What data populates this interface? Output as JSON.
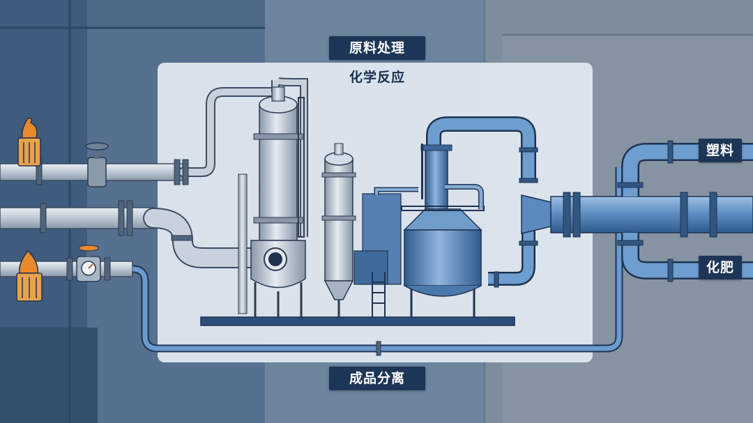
{
  "labels": {
    "raw_processing": "原料处理",
    "chemical_reaction": "化学反应",
    "product_separation": "成品分离",
    "plastic": "塑料",
    "fertilizer": "化肥"
  },
  "colors": {
    "background": "#5f7894",
    "panel": "#dfe6ee",
    "label_bg": "#1d3557",
    "pipe_steel": "#b7c2cd",
    "pipe_blue": "#5a87b9",
    "flame": "#e8892e",
    "outline": "#1f3350"
  },
  "icons": [
    "flame-icon",
    "valve-icon",
    "pressure-gauge-icon",
    "reactor-column-icon",
    "tank-icon"
  ]
}
